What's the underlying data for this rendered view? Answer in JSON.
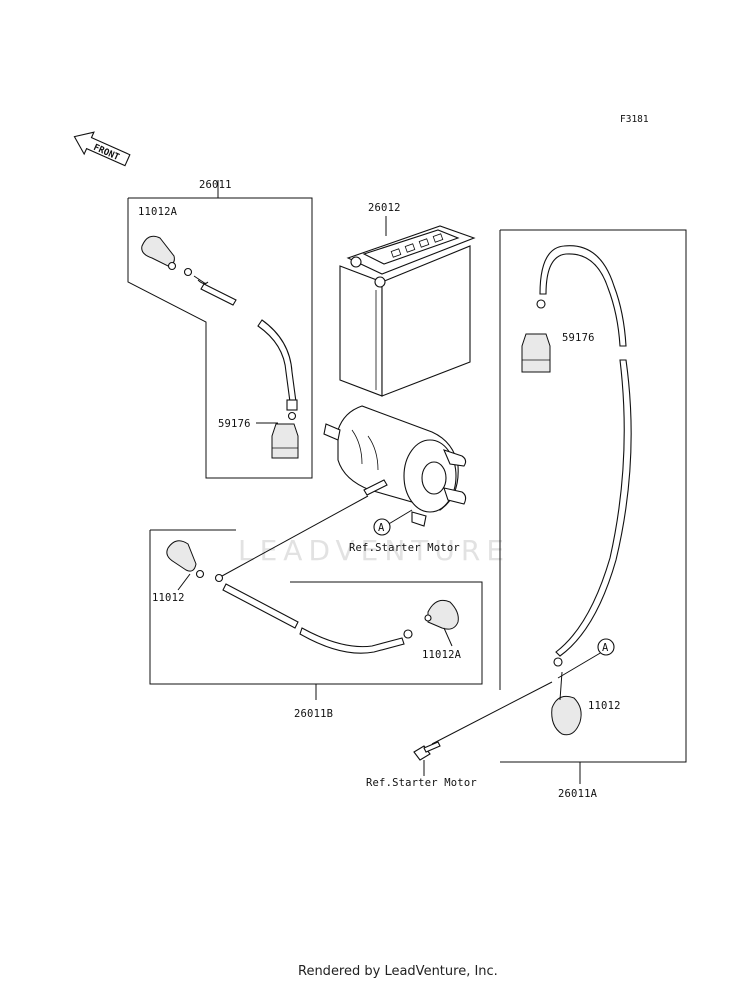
{
  "page_code": "F3181",
  "front_label": "FRONT",
  "watermark": "LEADVENTURE",
  "footer": "Rendered by LeadVenture, Inc.",
  "callout_marker": "A",
  "parts": {
    "p26011": "26011",
    "p11012A_top": "11012A",
    "p59176_left": "59176",
    "p26012": "26012",
    "p59176_right": "59176",
    "ref_starter_motor_center": "Ref.Starter Motor",
    "p11012_left": "11012",
    "p11012A_bottom": "11012A",
    "p26011B": "26011B",
    "p11012_right": "11012",
    "ref_starter_motor_bottom": "Ref.Starter Motor",
    "p26011A": "26011A"
  }
}
